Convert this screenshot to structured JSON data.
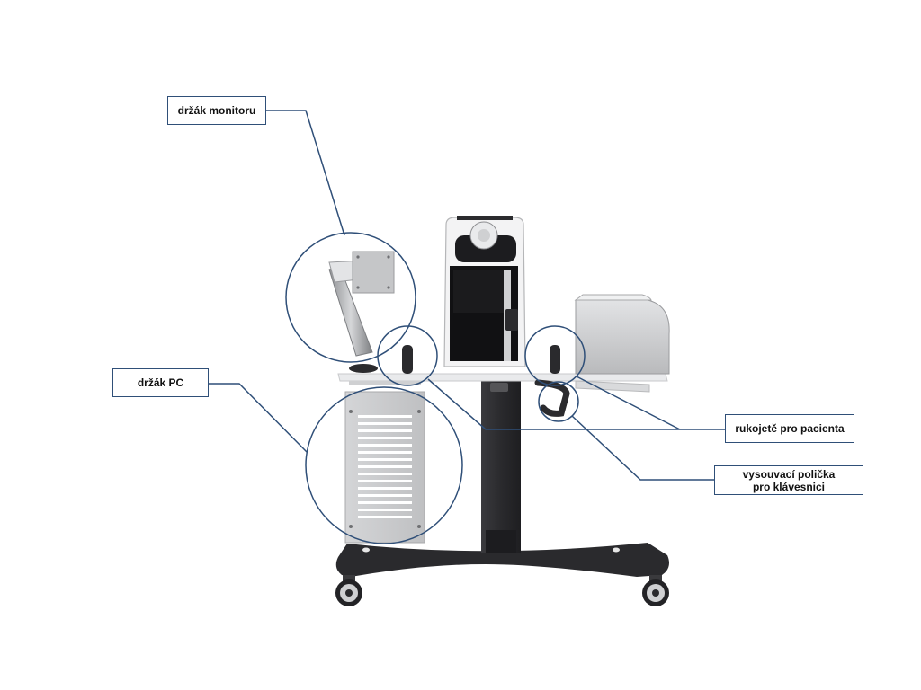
{
  "labels": {
    "monitor_holder": "držák monitoru",
    "pc_holder": "držák PC",
    "patient_handles": "rukojetě pro pacienta",
    "keyboard_shelf_line1": "vysouvací polička",
    "keyboard_shelf_line2": "pro klávesnici"
  },
  "colors": {
    "callout_line": "#2f4f78",
    "frame_dark": "#2b2b2e",
    "table_top": "#e9eaec",
    "pc_panel": "#c9cacc"
  }
}
